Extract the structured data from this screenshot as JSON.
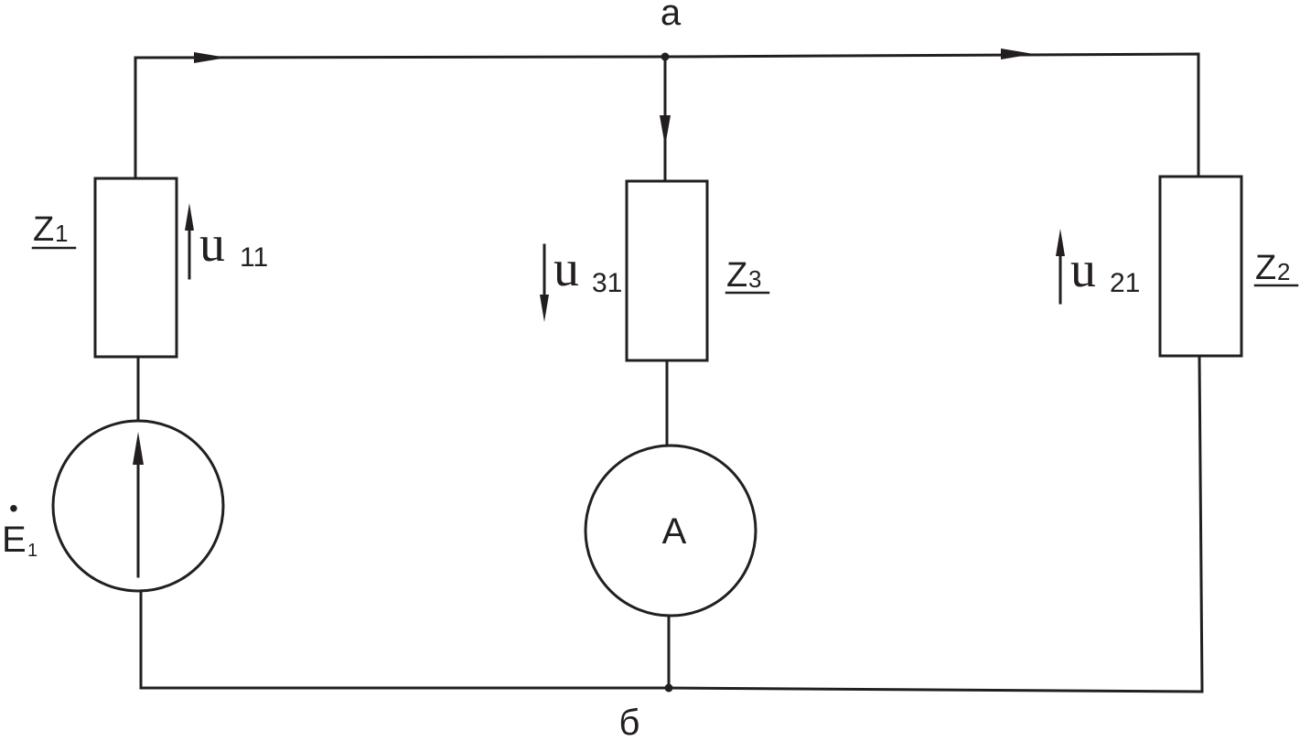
{
  "nodes": {
    "top": "a",
    "bottom": "б"
  },
  "impedances": {
    "z1": {
      "letter": "Z",
      "index": "1"
    },
    "z2": {
      "letter": "Z",
      "index": "2"
    },
    "z3": {
      "letter": "Z",
      "index": "3"
    }
  },
  "voltages": {
    "u11": {
      "letter": "u",
      "index": "11"
    },
    "u21": {
      "letter": "u",
      "index": "21"
    },
    "u31": {
      "letter": "u",
      "index": "31"
    }
  },
  "source": {
    "letter": "E",
    "index": "1",
    "dot": "•"
  },
  "ammeter": {
    "label": "A"
  },
  "colors": {
    "line": "#231f20",
    "background": "#ffffff"
  }
}
